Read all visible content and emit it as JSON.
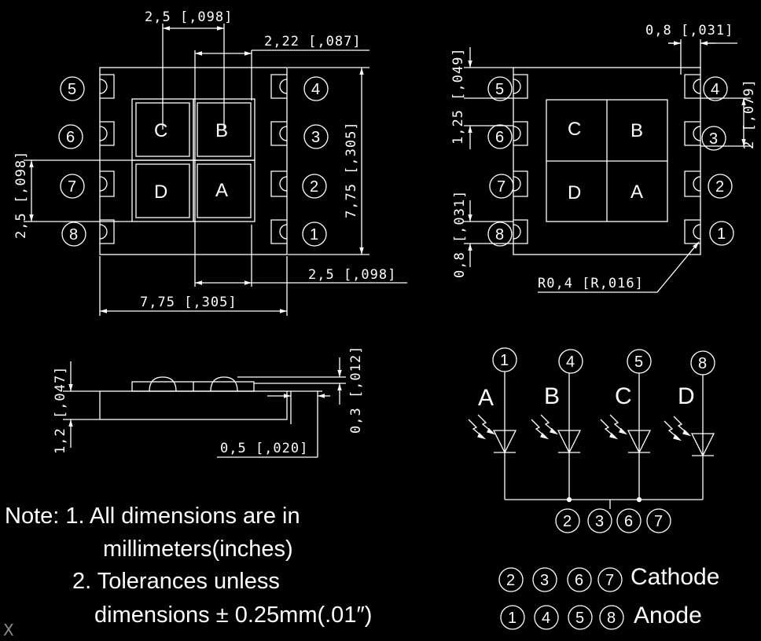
{
  "top_left_view": {
    "dim_top_a": "2,5 [,098]",
    "dim_top_b": "2,22 [,087]",
    "dim_right": "7,75 [,305]",
    "dim_left": "2,5 [,098]",
    "dim_bottom_a": "2,5 [,098]",
    "dim_bottom_b": "7,75 [,305]",
    "pads": [
      "C",
      "B",
      "D",
      "A"
    ],
    "pins_left": [
      "5",
      "6",
      "7",
      "8"
    ],
    "pins_right": [
      "4",
      "3",
      "2",
      "1"
    ]
  },
  "top_right_view": {
    "dim_top": "0,8 [,031]",
    "dim_right": "2 [,079]",
    "dim_left_top": "1,25 [,049]",
    "dim_left_bottom": "0,8 [,031]",
    "dim_radius": "R0,4 [R,016]",
    "pads": [
      "C",
      "B",
      "D",
      "A"
    ],
    "pins_left": [
      "5",
      "6",
      "7",
      "8"
    ],
    "pins_right": [
      "4",
      "3",
      "2",
      "1"
    ]
  },
  "side_view": {
    "dim_height": "1,2 [,047]",
    "dim_lens": "0,3 [,012]",
    "dim_offset": "0,5 [,020]"
  },
  "schematic": {
    "anode_pins": [
      "1",
      "4",
      "5",
      "8"
    ],
    "led_labels": [
      "A",
      "B",
      "C",
      "D"
    ],
    "cathode_pins": [
      "2",
      "3",
      "6",
      "7"
    ]
  },
  "notes": {
    "line1": "Note: 1. All dimensions are in",
    "line2": "millimeters(inches)",
    "line3": "2. Tolerances unless",
    "line4": "dimensions ± 0.25mm(.01″)"
  },
  "legend": {
    "cathode_pins": [
      "2",
      "3",
      "6",
      "7"
    ],
    "cathode_label": "Cathode",
    "anode_pins": [
      "1",
      "4",
      "5",
      "8"
    ],
    "anode_label": "Anode"
  },
  "cursor_glyph": "X"
}
